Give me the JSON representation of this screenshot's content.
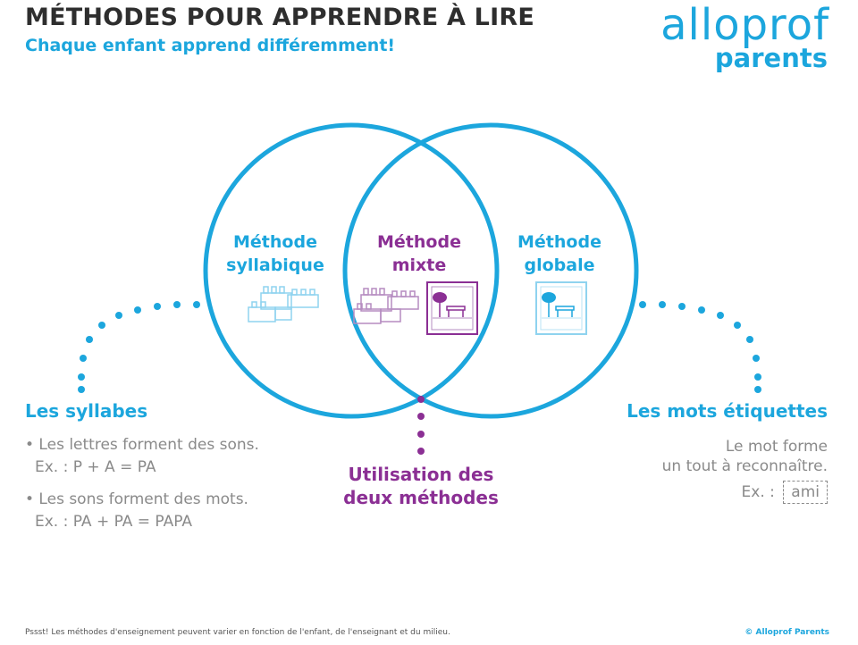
{
  "header": {
    "title": "MÉTHODES POUR APPRENDRE À LIRE",
    "subtitle": "Chaque enfant apprend différemment!"
  },
  "logo": {
    "word": "alloprof",
    "sub": "parents"
  },
  "venn": {
    "left": {
      "line1": "Méthode",
      "line2": "syllabique"
    },
    "middle": {
      "line1": "Méthode",
      "line2": "mixte"
    },
    "right": {
      "line1": "Méthode",
      "line2": "globale"
    },
    "colors": {
      "circle": "#1ca6dd",
      "purple": "#8b2f94"
    },
    "icons": {
      "left": "lego-bricks-icon",
      "middle_a": "lego-bricks-icon",
      "middle_b": "picture-frame-icon",
      "right": "picture-frame-icon"
    }
  },
  "left_panel": {
    "heading": "Les syllabes",
    "bullet1": "• Les lettres forment des sons.",
    "example1": "Ex. : P + A = PA",
    "bullet2": "• Les sons forment des mots.",
    "example2": "Ex. : PA + PA = PAPA"
  },
  "center_panel": {
    "line1": "Utilisation des",
    "line2": "deux méthodes"
  },
  "right_panel": {
    "heading": "Les mots étiquettes",
    "line1": "Le mot forme",
    "line2": "un tout à reconnaître.",
    "example_prefix": "Ex. :",
    "example_word": "ami"
  },
  "footer": {
    "note": "Pssst! Les méthodes d'enseignement peuvent varier en fonction de l'enfant, de l'enseignant et du milieu.",
    "copyright": "© Alloprof Parents"
  }
}
